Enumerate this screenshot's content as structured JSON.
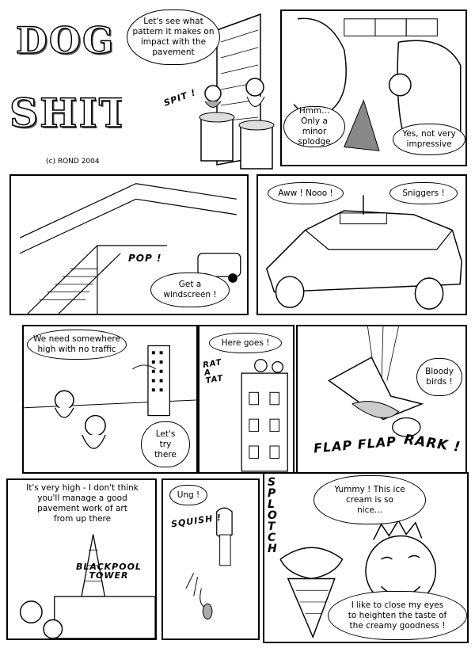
{
  "title": {
    "line1": "DOG",
    "line2": "SHIT",
    "credit": "(c) ROND 2004"
  },
  "panels": {
    "p1": {
      "bubble": "Let's see what\npattern it makes on\nimpact with the\npavement",
      "sfx": "SPIT !"
    },
    "p2": {
      "bubble_left": "Hmm...\nOnly a minor\nsplodge",
      "bubble_right": "Yes, not very\nimpressive"
    },
    "p3": {
      "sfx": "POP !",
      "bubble": "Get a\nwindscreen !"
    },
    "p4": {
      "bubble_left": "Aww ! Nooo !",
      "bubble_right": "Sniggers !"
    },
    "p5": {
      "bubble_top": "We need somewhere\nhigh with no traffic",
      "bubble_bottom": "Let's\ntry\nthere"
    },
    "p6": {
      "bubble": "Here goes !",
      "sfx": "RAT A TAT"
    },
    "p7": {
      "bubble": "Bloody\nbirds !",
      "sfx_flap": "FLAP FLAP",
      "sfx_rark": "RARK !"
    },
    "p8": {
      "caption": "It's very high - I don't think\nyou'll manage a good\npavement work of art\nfrom up there",
      "sign": "BLACKPOOL\nTOWER"
    },
    "p9": {
      "bubble": "Ung !",
      "sfx": "SQUISH !"
    },
    "p10": {
      "sfx": "SPLOTCH",
      "bubble_top": "Yummy ! This ice\ncream is so\nnice...",
      "bubble_bottom": "I like to close my eyes\nto heighten the taste of\nthe creamy goodness !"
    }
  }
}
